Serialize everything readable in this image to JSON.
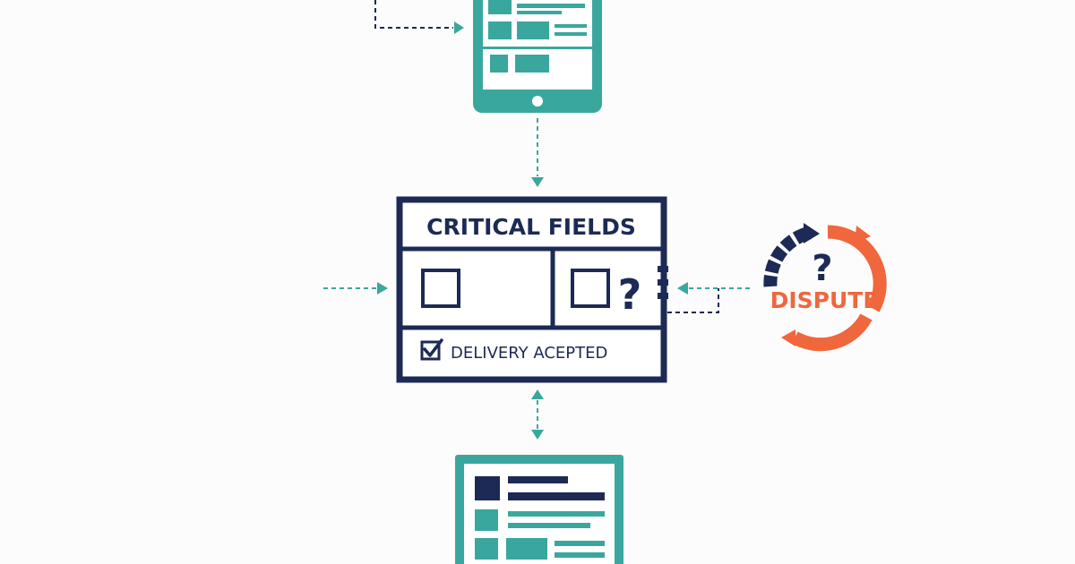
{
  "form": {
    "title": "CRITICAL FIELDS",
    "question_mark": "?",
    "delivery_label": "DELIVERY ACEPTED",
    "delivery_checked": true
  },
  "dispute": {
    "label": "DISPUTE",
    "question_mark": "?"
  },
  "colors": {
    "navy": "#1c2a55",
    "teal": "#3aa79e",
    "orange": "#f0663d",
    "background": "#fcfcfc"
  }
}
